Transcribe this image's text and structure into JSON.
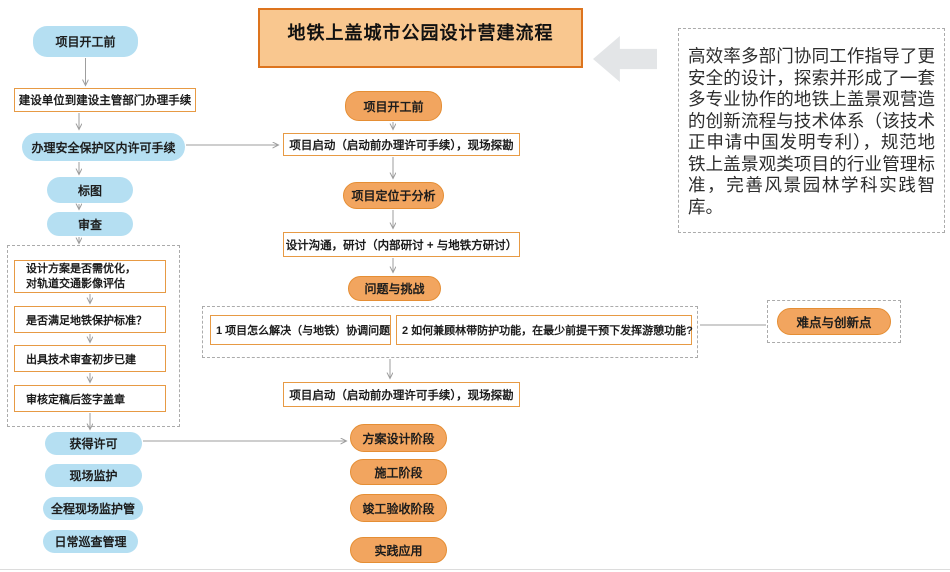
{
  "title": "地铁上盖城市公园设计营建流程",
  "left_flow": {
    "pre_start": "项目开工前",
    "procedure": "建设单位到建设主管部门办理手续",
    "permit": "办理安全保护区内许可手续",
    "mark": "标图",
    "review": "审查",
    "review_steps": {
      "optimize": "设计方案是否需优化，\n对轨道交通影像评估",
      "standard": "是否满足地铁保护标准？",
      "technical": "出具技术审查初步已建",
      "sign": "审核定稿后签字盖章"
    },
    "licensed": "获得许可",
    "site_guard": "现场监护",
    "full_guard": "全程现场监护管",
    "daily_patrol": "日常巡查管理"
  },
  "center_flow": {
    "pre_start": "项目开工前",
    "kickoff": "项目启动（启动前办理许可手续），现场探勘",
    "positioning": "项目定位于分析",
    "discussion": "设计沟通，研讨（内部研讨 + 与地铁方研讨）",
    "challenges": "问题与挑战",
    "question1": "1 项目怎么解决（与地铁）协调问题",
    "question2": "2 如何兼顾林带防护功能，在最少前提干预下发挥游憩功能?",
    "kickoff2": "项目启动（启动前办理许可手续），现场探勘",
    "stage_design": "方案设计阶段",
    "stage_construction": "施工阶段",
    "stage_acceptance": "竣工验收阶段",
    "stage_practice": "实践应用"
  },
  "right_panel": {
    "note": "高效率多部门协同工作指导了更安全的设计，探索并形成了一套多专业协作的地铁上盖景观营造的创新流程与技术体系（该技术正申请中国发明专利），规范地铁上盖景观类项目的行业管理标准，完善风景园林学科实践智库。",
    "highlight": "难点与创新点"
  },
  "icons": {
    "title_pointer": "left-block-arrow"
  },
  "colors": {
    "pill_blue": "#B5DFF2",
    "pill_orange_fill": "#F2A55F",
    "pill_orange_border": "#E58E34",
    "box_orange_border": "#E79A44",
    "title_fill": "#F9C78F",
    "title_border": "#DD741E",
    "connector": "#9E9E9E",
    "block_arrow": "#E3E5E7"
  }
}
